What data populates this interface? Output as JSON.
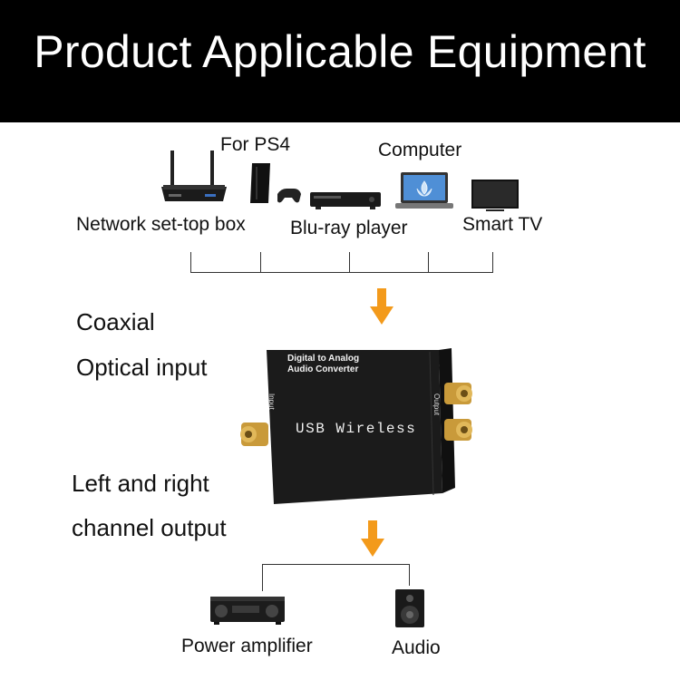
{
  "header": {
    "title": "Product Applicable Equipment"
  },
  "sources": {
    "ps4": "For PS4",
    "computer": "Computer",
    "settop": "Network set-top box",
    "bluray": "Blu-ray player",
    "tv": "Smart TV"
  },
  "inputs": {
    "coaxial": "Coaxial",
    "optical": "Optical input"
  },
  "outputs": {
    "left_right": "Left and right",
    "channel": "channel output"
  },
  "converter": {
    "title_line1": "Digital to Analog",
    "title_line2": "Audio Converter",
    "input_label": "Input",
    "output_label": "Output",
    "model": "USB Wireless"
  },
  "destinations": {
    "amplifier": "Power amplifier",
    "audio": "Audio"
  },
  "colors": {
    "header_bg": "#000000",
    "arrow": "#f39a1b",
    "box": "#1a1a1a",
    "gold": "#c99a3a"
  }
}
